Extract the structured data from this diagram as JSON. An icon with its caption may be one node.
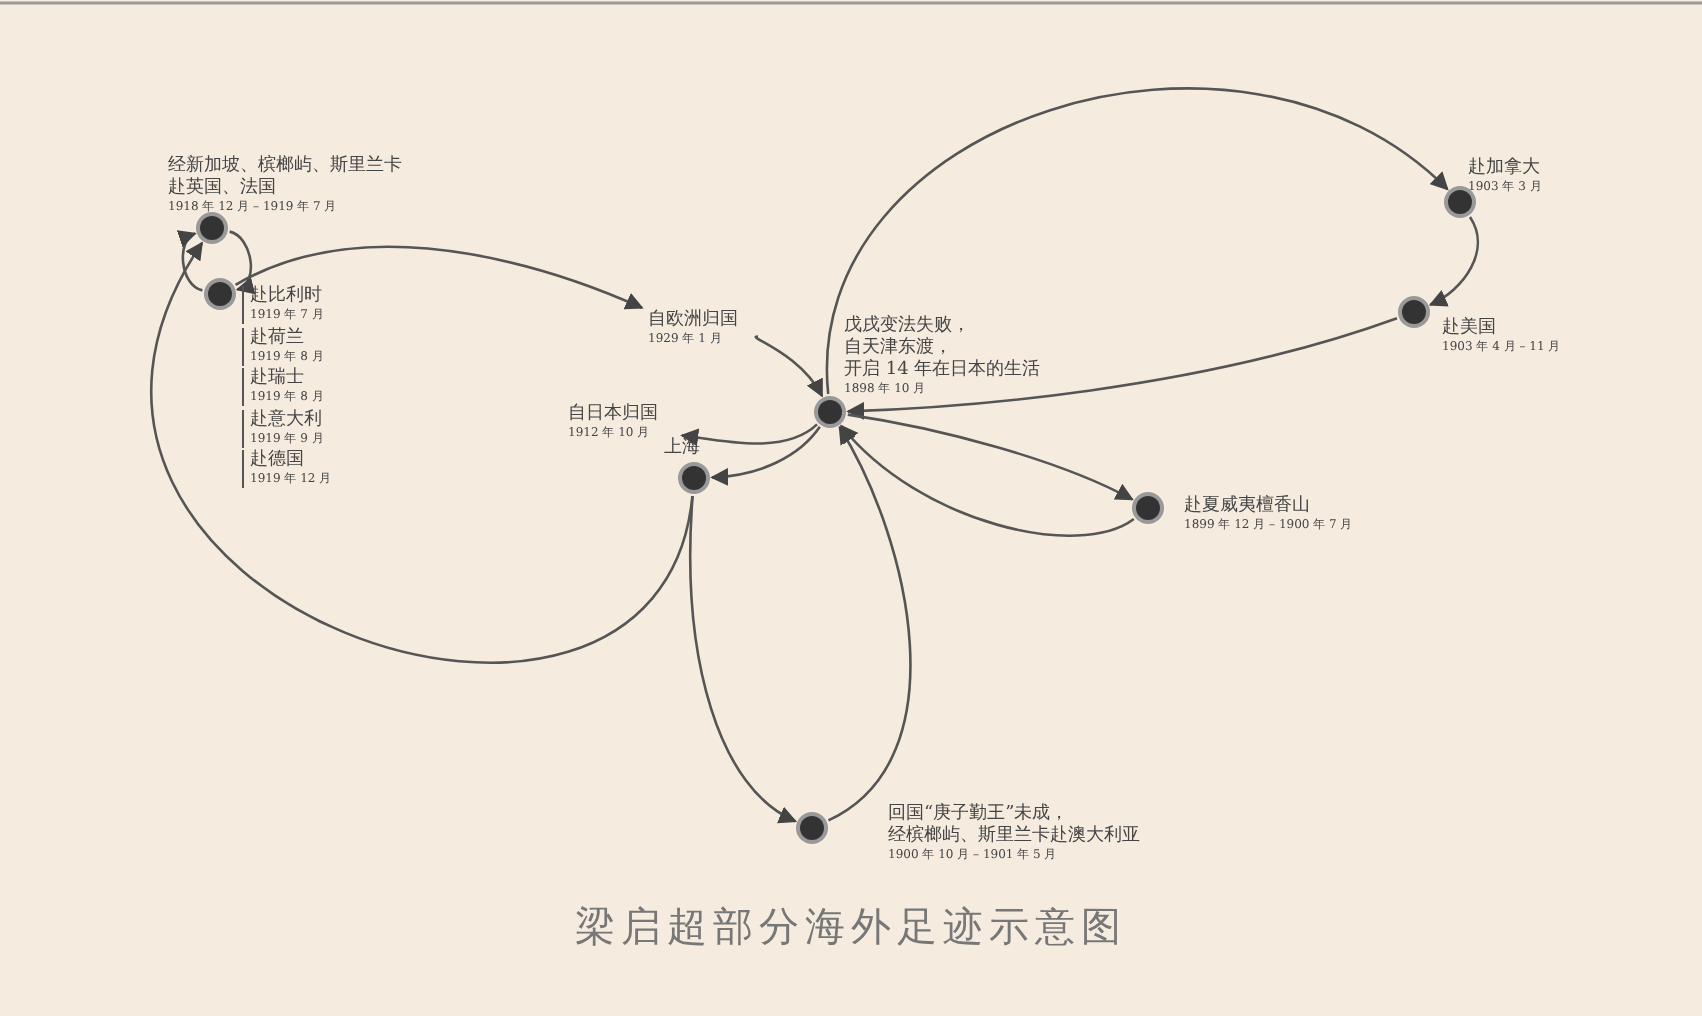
{
  "diagram": {
    "title": "梁启超部分海外足迹示意图",
    "nodes": [
      {
        "text": [],
        "shape": "circle",
        "beside": [
          "经新加坡、槟榔屿、斯里兰卡赴英国、法国",
          "1918 年 12 月 – 1919 年 7 月"
        ]
      },
      {
        "text": [],
        "shape": "circle",
        "beside": [
          "赴比利时",
          "1919 年 7 月",
          "赴荷兰",
          "1919 年 8 月",
          "赴瑞士",
          "1919 年 8 月",
          "赴意大利",
          "1919 年 9 月",
          "赴德国",
          "1919 年 12 月"
        ]
      },
      {
        "text": [],
        "shape": "circle",
        "beside": [
          "赴加拿大",
          "1903 年 3 月"
        ]
      },
      {
        "text": [],
        "shape": "circle",
        "beside": [
          "赴美国",
          "1903 年 4 月 – 11 月"
        ]
      },
      {
        "text": [
          "自欧洲归国",
          "1929 年 1 月"
        ]
      },
      {
        "text": [],
        "shape": "circle",
        "beside": [
          "戊戌变法失败，自天津东渡，开启 14 年在日本的生活",
          "1898 年 10 月"
        ]
      },
      {
        "text": [
          "自日本归国",
          "1912 年 10 月"
        ]
      },
      {
        "text": [],
        "shape": "circle",
        "beside": [
          "上海"
        ]
      },
      {
        "text": [],
        "shape": "circle",
        "beside": [
          "赴夏威夷檀香山",
          "1899 年 12 月 – 1900 年 7 月"
        ]
      },
      {
        "text": [],
        "shape": "circle",
        "beside": [
          "回国“庚子勤王”未成，经槟榔屿、斯里兰卡赴澳大利亚",
          "1900 年 10 月 – 1901 年 5 月"
        ]
      }
    ],
    "edges": [
      {
        "from": 5,
        "to": 2,
        "arrow": "to"
      },
      {
        "from": 2,
        "to": 3,
        "arrow": "to"
      },
      {
        "from": 3,
        "to": 5,
        "arrow": "to"
      },
      {
        "from": 5,
        "to": 8,
        "arrow": "to"
      },
      {
        "from": 8,
        "to": 5,
        "arrow": "to"
      },
      {
        "from": 7,
        "to": 9,
        "arrow": "to"
      },
      {
        "from": 9,
        "to": 5,
        "arrow": "to"
      },
      {
        "from": 5,
        "to": 6,
        "arrow": "to"
      },
      {
        "from": 5,
        "to": 7,
        "arrow": "to"
      },
      {
        "from": 7,
        "to": 0,
        "arrow": "to"
      },
      {
        "from": 0,
        "to": 1,
        "arrow": "to"
      },
      {
        "from": 1,
        "to": 0,
        "arrow": "to"
      },
      {
        "from": 1,
        "to": 4,
        "arrow": "to"
      },
      {
        "from": 4,
        "to": 5,
        "arrow": "to"
      }
    ]
  }
}
